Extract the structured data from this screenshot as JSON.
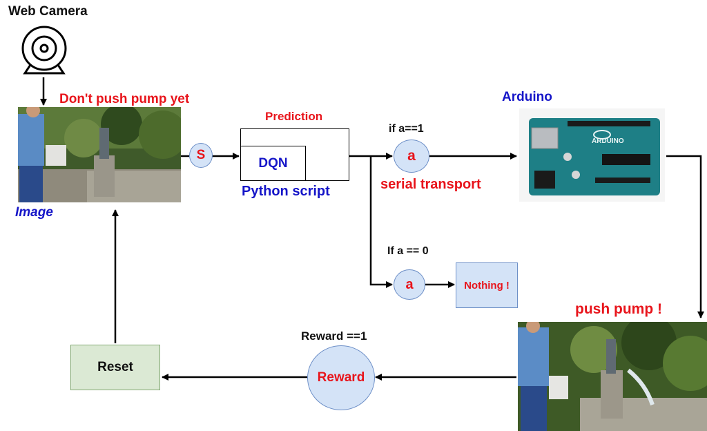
{
  "labels": {
    "web_camera": "Web Camera",
    "dont_push": "Don't push pump yet",
    "image": "Image",
    "prediction": "Prediction",
    "dqn": "DQN",
    "python_script": "Python script",
    "if_a1": "if a==1",
    "serial_transport": "serial transport",
    "arduino": "Arduino",
    "if_a0": "If a == 0",
    "nothing": "Nothing !",
    "push_pump": "push pump !",
    "reward_eq": "Reward ==1",
    "reward": "Reward",
    "reset": "Reset"
  },
  "nodes": {
    "state": "S",
    "action_top": "a",
    "action_bottom": "a"
  },
  "colors": {
    "red_text": "#e8141b",
    "blue_text": "#1515c8",
    "circle_fill": "#d4e3f7",
    "nothing_fill": "#d4e3f7",
    "reset_fill": "#dbe9d4",
    "board": "#1e7f86"
  }
}
